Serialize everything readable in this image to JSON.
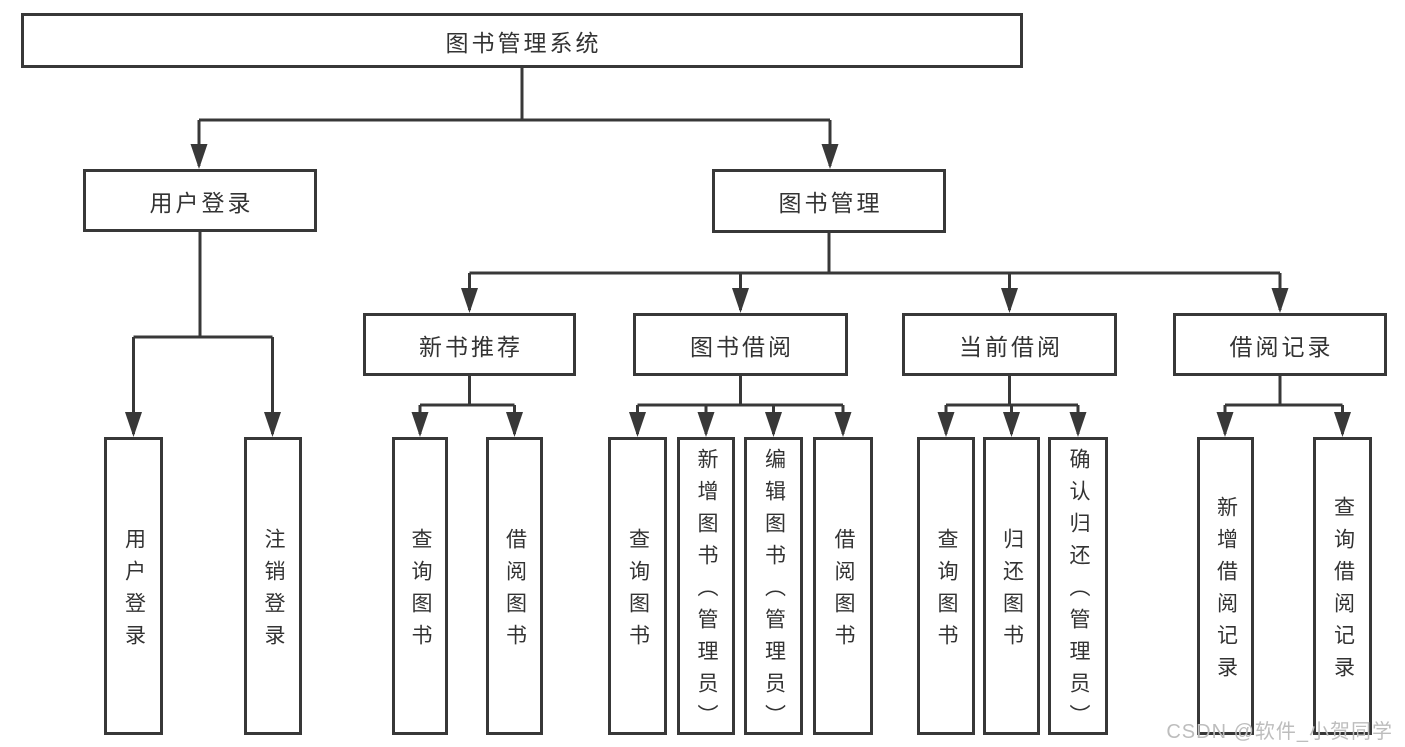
{
  "diagram": {
    "title": "图书管理系统",
    "tree": {
      "label": "图书管理系统",
      "children": [
        {
          "label": "用户登录",
          "children": [
            {
              "label": "用户登录"
            },
            {
              "label": "注销登录"
            }
          ]
        },
        {
          "label": "图书管理",
          "children": [
            {
              "label": "新书推荐",
              "children": [
                {
                  "label": "查询图书"
                },
                {
                  "label": "借阅图书"
                }
              ]
            },
            {
              "label": "图书借阅",
              "children": [
                {
                  "label": "查询图书"
                },
                {
                  "label": "新增图书（管理员）"
                },
                {
                  "label": "编辑图书（管理员）"
                },
                {
                  "label": "借阅图书"
                }
              ]
            },
            {
              "label": "当前借阅",
              "children": [
                {
                  "label": "查询图书"
                },
                {
                  "label": "归还图书"
                },
                {
                  "label": "确认归还（管理员）"
                }
              ]
            },
            {
              "label": "借阅记录",
              "children": [
                {
                  "label": "新增借阅记录"
                },
                {
                  "label": "查询借阅记录"
                }
              ]
            }
          ]
        }
      ]
    },
    "colors": {
      "line": "#383838",
      "text": "#333333",
      "watermark": "#bdbdbd",
      "background": "#ffffff"
    }
  },
  "watermark": {
    "text": "CSDN @软件_小贺同学"
  }
}
